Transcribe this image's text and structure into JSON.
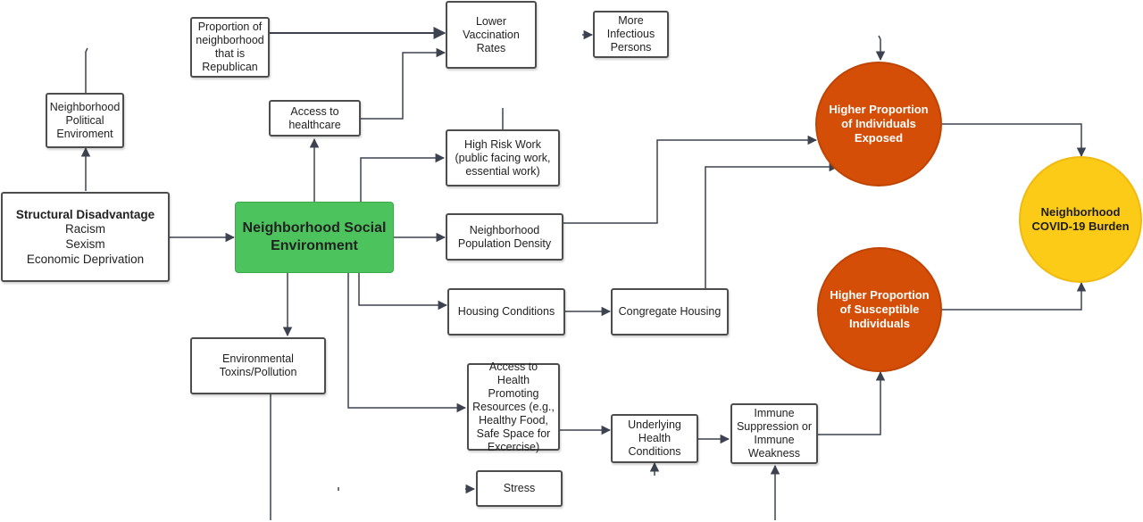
{
  "nodes": {
    "structural": {
      "title": "Structural Disadvantage",
      "lines": [
        "Racism",
        "Sexism",
        "Economic Deprivation"
      ]
    },
    "political": "Neighborhood\nPolitical\nEnviroment",
    "republican": "Proportion of\nneighborhood\nthat is\nRepublican",
    "vaccination": "Lower\nVaccination\nRates",
    "infectious": "More\nInfectious\nPersons",
    "healthcare": "Access to\nhealthcare",
    "social": "Neighborhood Social\nEnvironment",
    "highrisk": "High Risk Work\n(public facing work,\nessential work)",
    "density": "Neighborhood\nPopulation Density",
    "housing": "Housing Conditions",
    "congregate": "Congregate Housing",
    "toxins": "Environmental\nToxins/Pollution",
    "resources": "Access to Health\nPromoting\nResources (e.g.,\nHealthy Food,\nSafe Space for\nExcercise)",
    "underlying": "Underlying\nHealth\nConditions",
    "immune": "Immune\nSuppression or\nImmune\nWeakness",
    "stress": "Stress",
    "exposed": "Higher Proportion\nof Individuals\nExposed",
    "susceptible": "Higher Proportion\nof Susceptible\nIndividuals",
    "burden": "Neighborhood\nCOVID-19 Burden"
  },
  "colors": {
    "green": "#4cc35d",
    "orange": "#d44e07",
    "yellow": "#fbcb18",
    "line": "#3d4250"
  }
}
